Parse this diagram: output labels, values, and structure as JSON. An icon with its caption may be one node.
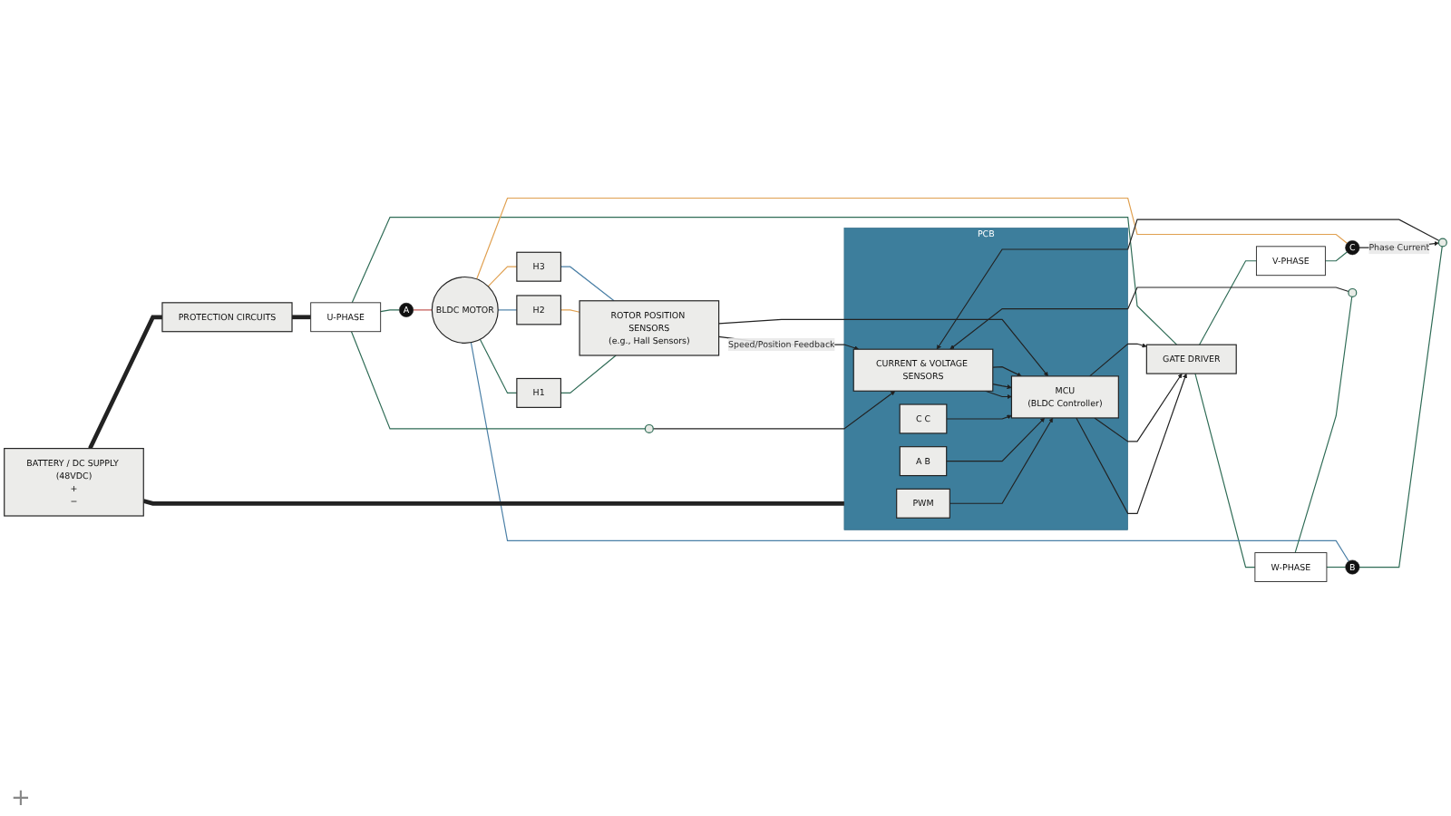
{
  "diagram": {
    "nodes": [
      {
        "text": [
          "BATTERY / DC SUPPLY (48VDC)",
          "+",
          "−"
        ]
      },
      {
        "text": [
          "PROTECTION CIRCUITS"
        ]
      },
      {
        "text": [
          "PCB"
        ]
      },
      {
        "text": [
          "PWM"
        ],
        "in": 2
      },
      {
        "text": [
          "A B"
        ],
        "in": 2
      },
      {
        "text": [
          "C C"
        ],
        "in": 2
      },
      {
        "text": [
          "MCU",
          "(BLDC Controller)"
        ],
        "in": 2
      },
      {
        "text": [
          "CURRENT & VOLTAGE SENSORS"
        ],
        "in": 2
      },
      {
        "text": [
          "GATE DRIVER"
        ]
      },
      {
        "text": [
          "U-PHASE"
        ]
      },
      {
        "text": [
          "V-PHASE"
        ]
      },
      {
        "text": [
          "W-PHASE"
        ]
      },
      {
        "text": [
          "A"
        ]
      },
      {
        "text": [
          "B"
        ]
      },
      {
        "text": [
          "C"
        ]
      },
      {
        "text": [
          "BLDC MOTOR"
        ]
      },
      {
        "text": [
          "H1"
        ]
      },
      {
        "text": [
          "H2"
        ]
      },
      {
        "text": [
          "H3"
        ]
      },
      {
        "text": [
          "ROTOR POSITION SENSORS",
          "(e.g., Hall Sensors)"
        ]
      },
      {
        "text": [],
        "shape": "circle"
      },
      {
        "text": [],
        "shape": "circle"
      },
      {
        "text": [],
        "shape": "circle"
      }
    ],
    "edges": [
      {
        "from": 0,
        "to": 1,
        "arrow": "none",
        "style": "thick"
      },
      {
        "from": 1,
        "to": 9,
        "arrow": "none",
        "style": "thick"
      },
      {
        "from": 0,
        "to": 2,
        "arrow": "none",
        "style": "thick"
      },
      {
        "from": 3,
        "to": 6,
        "arrow": "to"
      },
      {
        "from": 4,
        "to": 6,
        "arrow": "to"
      },
      {
        "from": 5,
        "to": 6,
        "arrow": "to"
      },
      {
        "from": 6,
        "to": 8,
        "arrow": "to"
      },
      {
        "from": 6,
        "to": 8,
        "arrow": "to"
      },
      {
        "from": 6,
        "to": 8,
        "arrow": "to"
      },
      {
        "from": 7,
        "to": 6,
        "arrow": "to"
      },
      {
        "from": 7,
        "to": 6,
        "arrow": "to"
      },
      {
        "from": 7,
        "to": 6,
        "arrow": "to"
      },
      {
        "from": 8,
        "to": 9,
        "arrow": "none",
        "color": "#2e6b55"
      },
      {
        "from": 8,
        "to": 10,
        "arrow": "none",
        "color": "#2e6b55"
      },
      {
        "from": 8,
        "to": 11,
        "arrow": "none",
        "color": "#2e6b55"
      },
      {
        "from": 9,
        "to": 12,
        "arrow": "none",
        "color": "#2e6b55"
      },
      {
        "from": 11,
        "to": 13,
        "arrow": "none",
        "color": "#2e6b55"
      },
      {
        "from": 10,
        "to": 14,
        "arrow": "none",
        "color": "#2e6b55"
      },
      {
        "from": 12,
        "to": 15,
        "arrow": "none",
        "color": "#c0504d"
      },
      {
        "from": 13,
        "to": 15,
        "arrow": "none",
        "color": "#4a7fa6"
      },
      {
        "from": 14,
        "to": 15,
        "arrow": "none",
        "color": "#e0a050"
      },
      {
        "from": 15,
        "to": 16,
        "arrow": "none",
        "color": "#2e6b55"
      },
      {
        "from": 15,
        "to": 17,
        "arrow": "none",
        "color": "#4a7fa6"
      },
      {
        "from": 15,
        "to": 18,
        "arrow": "none",
        "color": "#e0a050"
      },
      {
        "from": 16,
        "to": 19,
        "arrow": "none",
        "color": "#2e6b55"
      },
      {
        "from": 17,
        "to": 19,
        "arrow": "none",
        "color": "#e0a050"
      },
      {
        "from": 18,
        "to": 19,
        "arrow": "none",
        "color": "#4a7fa6"
      },
      {
        "from": 11,
        "to": 20,
        "arrow": "none",
        "color": "#2e6b55"
      },
      {
        "from": 9,
        "to": 21,
        "arrow": "none",
        "color": "#2e6b55"
      },
      {
        "from": 13,
        "to": 22,
        "arrow": "none",
        "color": "#2e6b55"
      },
      {
        "from": 20,
        "to": 7,
        "arrow": "to"
      },
      {
        "from": 21,
        "to": 7,
        "arrow": "to"
      },
      {
        "from": 22,
        "to": 7,
        "arrow": "to"
      },
      {
        "from": 14,
        "to": 22,
        "label": "Phase Current",
        "arrow": "to"
      },
      {
        "from": 19,
        "to": 7,
        "label": "Speed/Position Feedback",
        "arrow": "to"
      },
      {
        "from": 19,
        "to": 6,
        "arrow": "to"
      }
    ],
    "labels": [
      "+"
    ]
  }
}
